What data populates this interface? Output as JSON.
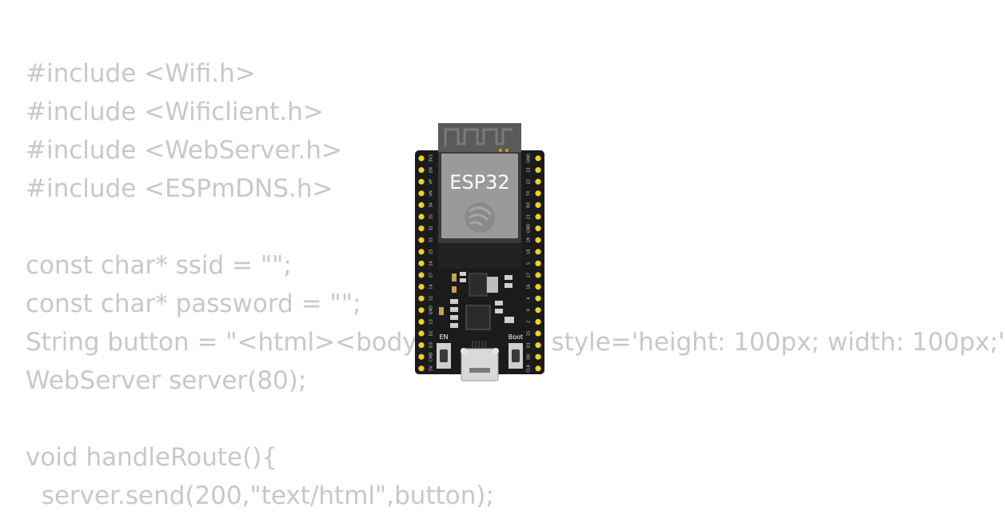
{
  "code": {
    "lines": [
      "#include <Wifi.h>",
      "#include <Wificlient.h>",
      "#include <WebServer.h>",
      "#include <ESPmDNS.h>",
      "",
      "const char* ssid = \"\";",
      "const char* password = \"\";",
      "String button = \"<html><body id='body' style='height: 100px; width: 100px;'",
      "WebServer server(80);",
      "",
      "void handleRoute(){",
      "  server.send(200,\"text/html\",button);"
    ]
  },
  "board": {
    "chip_label": "ESP32",
    "button_left_label": "EN",
    "button_right_label": "Boot",
    "left_pins": [
      "3V3",
      "EN",
      "VP",
      "VN",
      "34",
      "35",
      "32",
      "33",
      "25",
      "26",
      "27",
      "14",
      "12",
      "GND",
      "13",
      "D2",
      "D3",
      "CMD",
      "5V"
    ],
    "right_pins": [
      "GND",
      "23",
      "22",
      "TX",
      "RX",
      "21",
      "GND",
      "19",
      "18",
      "5",
      "17",
      "16",
      "4",
      "0",
      "2",
      "15",
      "D1",
      "D0",
      "CLK"
    ],
    "colors": {
      "pcb": "#1b1b1b",
      "pin": "#f2d21b",
      "shield": "#9a9a9a",
      "antenna": "#5a5a5a",
      "code_text": "#c8c8c8"
    }
  }
}
